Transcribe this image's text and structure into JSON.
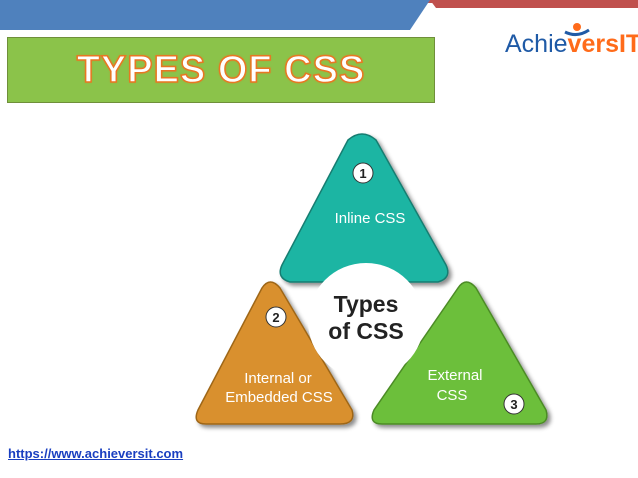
{
  "title": "TYPES OF CSS",
  "logo": {
    "text_main": "Achie",
    "text_mid": "versIT"
  },
  "diagram": {
    "center": {
      "line1": "Types",
      "line2": "of CSS"
    },
    "segments": [
      {
        "number": "1",
        "line1": "Inline CSS",
        "line2": "",
        "color": "#1fb5a3"
      },
      {
        "number": "2",
        "line1": "Internal or",
        "line2": "Embedded CSS",
        "color": "#d9902e"
      },
      {
        "number": "3",
        "line1": "External",
        "line2": "CSS",
        "color": "#6cbf3a"
      }
    ]
  },
  "footer": {
    "url": "https://www.achieversit.com"
  },
  "colors": {
    "topbar_blue": "#4f81bd",
    "topbar_red": "#c0504d",
    "title_green": "#8bc34a",
    "title_outline": "#e87722"
  }
}
